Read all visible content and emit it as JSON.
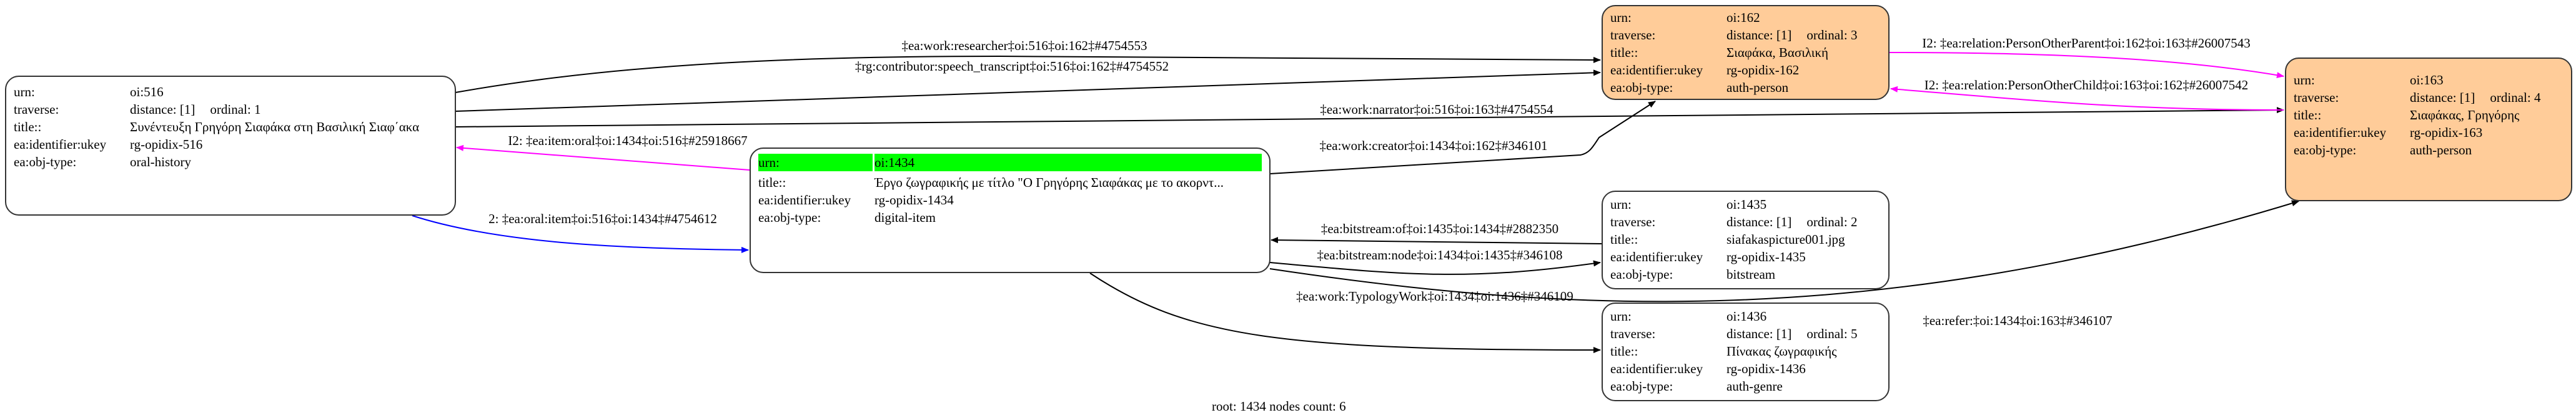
{
  "nodes": {
    "n516": {
      "urn": "oi:516",
      "distance": "distance: [1]",
      "ordinal": "ordinal: 1",
      "title": "Συνέντευξη Γρηγόρη Σιαφάκα στη Βασιλική Σιαφ΄ακα",
      "ukey": "rg-opidix-516",
      "type": "oral-history"
    },
    "n162": {
      "urn": "oi:162",
      "distance": "distance: [1]",
      "ordinal": "ordinal: 3",
      "title": "Σιαφάκα, Βασιλική",
      "ukey": "rg-opidix-162",
      "type": "auth-person"
    },
    "n163": {
      "urn": "oi:163",
      "distance": "distance: [1]",
      "ordinal": "ordinal: 4",
      "title": "Σιαφάκας, Γρηγόρης",
      "ukey": "rg-opidix-163",
      "type": "auth-person"
    },
    "n1434": {
      "urn": "oi:1434",
      "title": "Έργο ζωγραφικής με τίτλο \"Ο Γρηγόρης Σιαφάκας με το ακορντ...",
      "ukey": "rg-opidix-1434",
      "type": "digital-item"
    },
    "n1435": {
      "urn": "oi:1435",
      "distance": "distance: [1]",
      "ordinal": "ordinal: 2",
      "title": "siafakaspicture001.jpg",
      "ukey": "rg-opidix-1435",
      "type": "bitstream"
    },
    "n1436": {
      "urn": "oi:1436",
      "distance": "distance: [1]",
      "ordinal": "ordinal: 5",
      "title": "Πίνακας ζωγραφικής",
      "ukey": "rg-opidix-1436",
      "type": "auth-genre"
    }
  },
  "field_labels": {
    "urn": "urn:",
    "traverse": "traverse:",
    "title": "title::",
    "ukey": "ea:identifier:ukey",
    "type": "ea:obj-type:"
  },
  "edges": {
    "researcher": "‡ea:work:researcher‡oi:516‡oi:162‡#4754553",
    "speech": "‡rg:contributor:speech_transcript‡oi:516‡oi:162‡#4754552",
    "narrator": "‡ea:work:narrator‡oi:516‡oi:163‡#4754554",
    "item_oral": "I2: ‡ea:item:oral‡oi:1434‡oi:516‡#25918667",
    "oral_item": "2: ‡ea:oral:item‡oi:516‡oi:1434‡#4754612",
    "creator": "‡ea:work:creator‡oi:1434‡oi:162‡#346101",
    "bs_of": "‡ea:bitstream:of‡oi:1435‡oi:1434‡#2882350",
    "bs_node": "‡ea:bitstream:node‡oi:1434‡oi:1435‡#346108",
    "refer": "‡ea:refer:‡oi:1434‡oi:163‡#346107",
    "typology": "‡ea:work:TypologyWork‡oi:1434‡oi:1436‡#346109",
    "parent": "I2: ‡ea:relation:PersonOtherParent‡oi:162‡oi:163‡#26007543",
    "child": "I2: ‡ea:relation:PersonOtherChild‡oi:163‡oi:162‡#26007542"
  },
  "colors": {
    "edge": "#000000",
    "relation": "#ff00ff",
    "oral": "#0000ff",
    "person_fill": "#ffcc99",
    "root_highlight": "#00ff00"
  },
  "footer": "root: 1434 nodes count: 6"
}
